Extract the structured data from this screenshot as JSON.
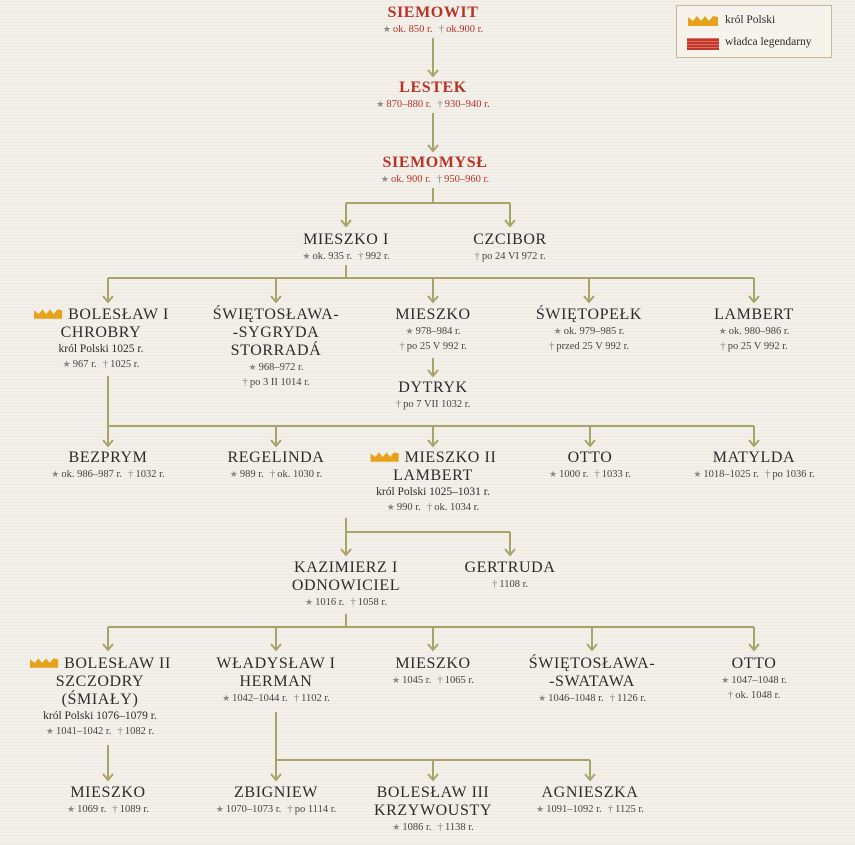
{
  "legend": {
    "crown_label": "król Polski",
    "legendary_label": "władca legendarny"
  },
  "colors": {
    "line": "#a9a368",
    "legendary": "#b83226",
    "crown": "#e7a21c",
    "text": "#2b2b2b"
  },
  "persons": {
    "siemowit": {
      "name": "SIEMOWIT",
      "born": "ok. 850 r.",
      "died": "ok.900 r."
    },
    "lestek": {
      "name": "LESTEK",
      "born": "870–880 r.",
      "died": "930–940 r."
    },
    "siemomysl": {
      "name": "SIEMOMYSŁ",
      "born": "ok. 900 r.",
      "died": "950–960 r."
    },
    "mieszko1": {
      "name": "MIESZKO I",
      "born": "ok. 935 r.",
      "died": "992 r."
    },
    "czcibor": {
      "name": "CZCIBOR",
      "died": "po 24 VI 972 r."
    },
    "boleslaw1": {
      "line1": "BOLESŁAW I",
      "line2": "CHROBRY",
      "title": "król Polski 1025 r.",
      "born": "967 r.",
      "died": "1025 r."
    },
    "swietoslawa1": {
      "line1": "ŚWIĘTOSŁAWA-",
      "line2": "-SYGRYDA",
      "line3": "STORRADÁ",
      "born": "968–972 r.",
      "died": "po 3 II 1014 r."
    },
    "mieszko_a": {
      "name": "MIESZKO",
      "born": "978–984 r.",
      "died": "po 25 V 992 r."
    },
    "dytryk": {
      "name": "DYTRYK",
      "died": "po 7 VII 1032 r."
    },
    "swietopelk": {
      "name": "ŚWIĘTOPEŁK",
      "born": "ok. 979–985 r.",
      "died": "przed 25 V 992 r."
    },
    "lambert1": {
      "name": "LAMBERT",
      "born": "ok. 980–986 r.",
      "died": "po 25 V 992 r."
    },
    "bezprym": {
      "name": "BEZPRYM",
      "born": "ok. 986–987 r.",
      "died": "1032 r."
    },
    "regelinda": {
      "name": "REGELINDA",
      "born": "989 r.",
      "died": "ok. 1030 r."
    },
    "mieszko2": {
      "line1": "MIESZKO II",
      "line2": "LAMBERT",
      "title": "król Polski 1025–1031 r.",
      "born": "990 r.",
      "died": "ok. 1034 r."
    },
    "otto1": {
      "name": "OTTO",
      "born": "1000 r.",
      "died": "1033 r."
    },
    "matylda": {
      "name": "MATYLDA",
      "born": "1018–1025 r.",
      "died": "po 1036 r."
    },
    "kazimierz": {
      "line1": "KAZIMIERZ I",
      "line2": "ODNOWICIEL",
      "born": "1016 r.",
      "died": "1058 r."
    },
    "gertruda": {
      "name": "GERTRUDA",
      "died": "1108 r."
    },
    "boleslaw2": {
      "line1": "BOLESŁAW II",
      "line2": "SZCZODRY",
      "line3": "(ŚMIAŁY)",
      "title": "król Polski 1076–1079 r.",
      "born": "1041–1042 r.",
      "died": "1082 r."
    },
    "wladyslaw": {
      "line1": "WŁADYSŁAW I",
      "line2": "HERMAN",
      "born": "1042–1044 r.",
      "died": "1102 r."
    },
    "mieszko_b": {
      "name": "MIESZKO",
      "born": "1045 r.",
      "died": "1065 r."
    },
    "swietoslawa2": {
      "line1": "ŚWIĘTOSŁAWA-",
      "line2": "-SWATAWA",
      "born": "1046–1048 r.",
      "died": "1126 r."
    },
    "otto2": {
      "name": "OTTO",
      "born": "1047–1048 r.",
      "died": "ok. 1048 r."
    },
    "mieszko_c": {
      "name": "MIESZKO",
      "born": "1069 r.",
      "died": "1089 r."
    },
    "zbigniew": {
      "name": "ZBIGNIEW",
      "born": "1070–1073 r.",
      "died": "po 1114 r."
    },
    "boleslaw3": {
      "line1": "BOLESŁAW III",
      "line2": "KRZYWOUSTY",
      "born": "1086 r.",
      "died": "1138 r."
    },
    "agnieszka": {
      "name": "AGNIESZKA",
      "born": "1091–1092 r.",
      "died": "1125 r."
    }
  }
}
